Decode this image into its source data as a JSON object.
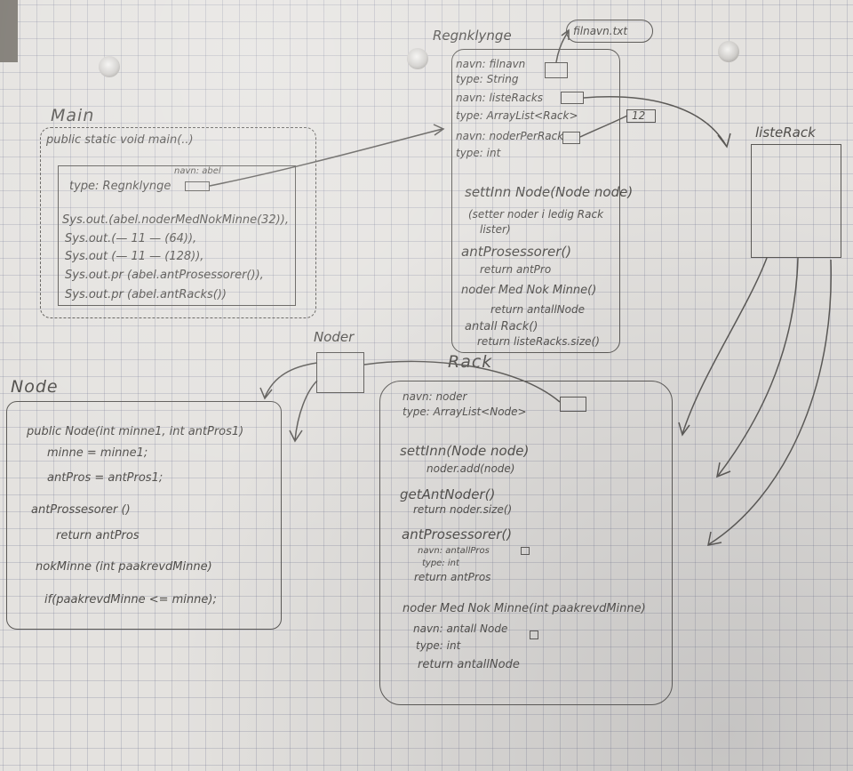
{
  "regelbygg": {
    "title": "Regnklynge",
    "attr_name_1": "navn: filnavn",
    "attr_type_1": "type: String",
    "attr_name_2": "navn: listeRacks",
    "attr_type_2": "type: ArrayList<Rack>",
    "attr_name_3": "navn: noderPerRack",
    "attr_type_3": "type: int",
    "m1": "settInn Node(Node node)",
    "m1_note_1": "(setter noder i ledig Rack",
    "m1_note_2": "lister)",
    "m2": "antProsessorer()",
    "m2_ret": "return antPro",
    "m3": "noder Med Nok Minne()",
    "m3_ret": "return antallNode",
    "m4": "antall Rack()",
    "m4_ret": "return listeRacks.size()",
    "filename_bubble": "filnavn.txt",
    "value_12": "12"
  },
  "main": {
    "title": "Main",
    "signature": "public static void main(..)",
    "type_line": "type: Regnklynge",
    "type_name": "navn: abel",
    "lines": [
      "Sys.out.(abel.noderMedNokMinne(32)),",
      "Sys.out.(— 11 — (64)),",
      "Sys.out (— 11 — (128)),",
      "Sys.out.pr (abel.antProsessorer()),",
      "Sys.out.pr (abel.antRacks())"
    ]
  },
  "liste": {
    "title": "listeRack"
  },
  "noder": {
    "title": "Noder"
  },
  "node": {
    "title": "Node",
    "constructor": "public Node(int minne1, int antPros1)",
    "body_1": "minne = minne1;",
    "body_2": "antPros = antPros1;",
    "m1": "antProssesorer ()",
    "m1_ret": "return antPros",
    "m2": "nokMinne (int paakrevdMinne)",
    "m2_body": "if(paakrevdMinne <= minne);"
  },
  "rack": {
    "title": "Rack",
    "attr_name": "navn: noder",
    "attr_type": "type: ArrayList<Node>",
    "m1": "settInn(Node node)",
    "m1_body": "noder.add(node)",
    "m2": "getAntNoder()",
    "m2_ret": "return noder.size()",
    "m3": "antProsessorer()",
    "m3_name": "navn: antallPros",
    "m3_type": "type: int",
    "m3_ret": "return antPros",
    "m4": "noder Med Nok Minne(int paakrevdMinne)",
    "m4_name": "navn: antall Node",
    "m4_type": "type: int",
    "m4_ret": "return antallNode"
  }
}
